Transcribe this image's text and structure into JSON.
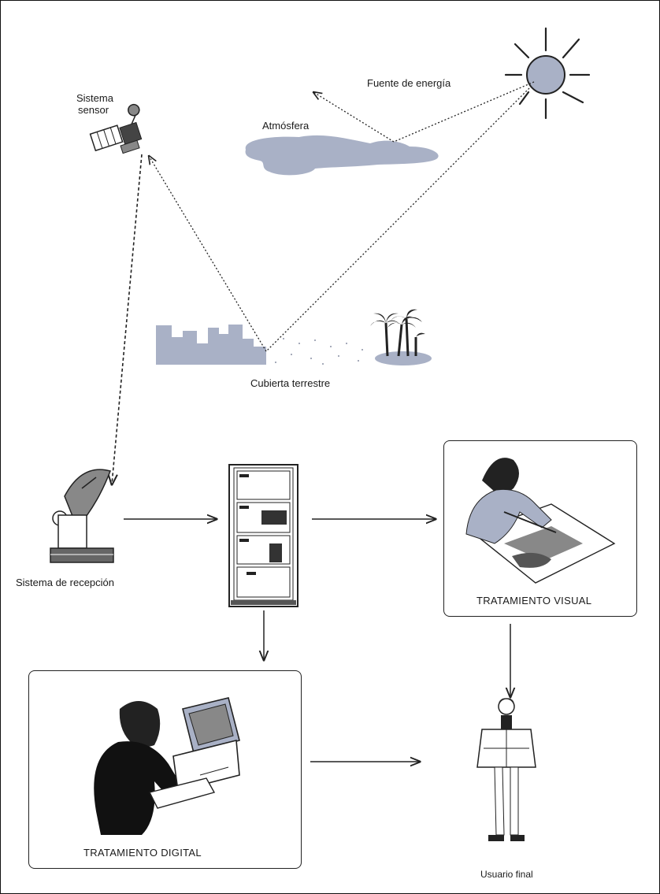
{
  "labels": {
    "sensor_line1": "Sistema",
    "sensor_line2": "sensor",
    "energy_source": "Fuente de energía",
    "atmosphere": "Atmósfera",
    "land_cover": "Cubierta terrestre",
    "reception": "Sistema de recepción",
    "visual_treatment": "TRATAMIENTO VISUAL",
    "digital_treatment": "TRATAMIENTO DIGITAL",
    "end_user": "Usuario final"
  },
  "colors": {
    "illustration_gray": "#a9b1c6",
    "line": "#222222"
  }
}
